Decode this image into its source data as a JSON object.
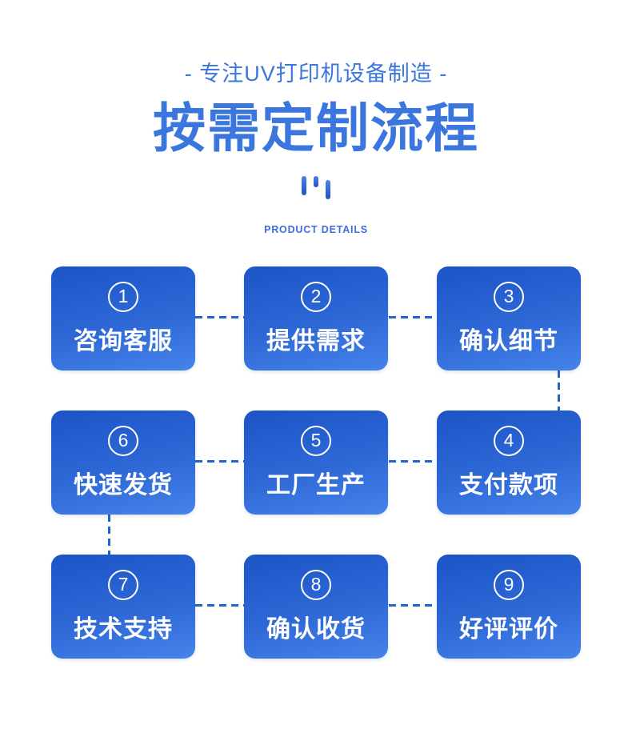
{
  "header": {
    "tagline": "- 专注UV打印机设备制造 -",
    "title": "按需定制流程",
    "subtitle_en": "PRODUCT DETAILS",
    "icon": "three-bars-icon"
  },
  "colors": {
    "accent_blue": "#3a76dd",
    "card_gradient_top": "#1c54c7",
    "card_gradient_bottom": "#4583ea",
    "connector_blue": "#2361cf",
    "card_text": "#ffffff"
  },
  "process": {
    "display_order_note": "cards shown row-wise: 1,2,3 / 6,5,4 / 7,8,9",
    "steps": [
      {
        "number": "1",
        "label": "咨询客服"
      },
      {
        "number": "2",
        "label": "提供需求"
      },
      {
        "number": "3",
        "label": "确认细节"
      },
      {
        "number": "6",
        "label": "快速发货"
      },
      {
        "number": "5",
        "label": "工厂生产"
      },
      {
        "number": "4",
        "label": "支付款项"
      },
      {
        "number": "7",
        "label": "技术支持"
      },
      {
        "number": "8",
        "label": "确认收货"
      },
      {
        "number": "9",
        "label": "好评评价"
      }
    ]
  }
}
